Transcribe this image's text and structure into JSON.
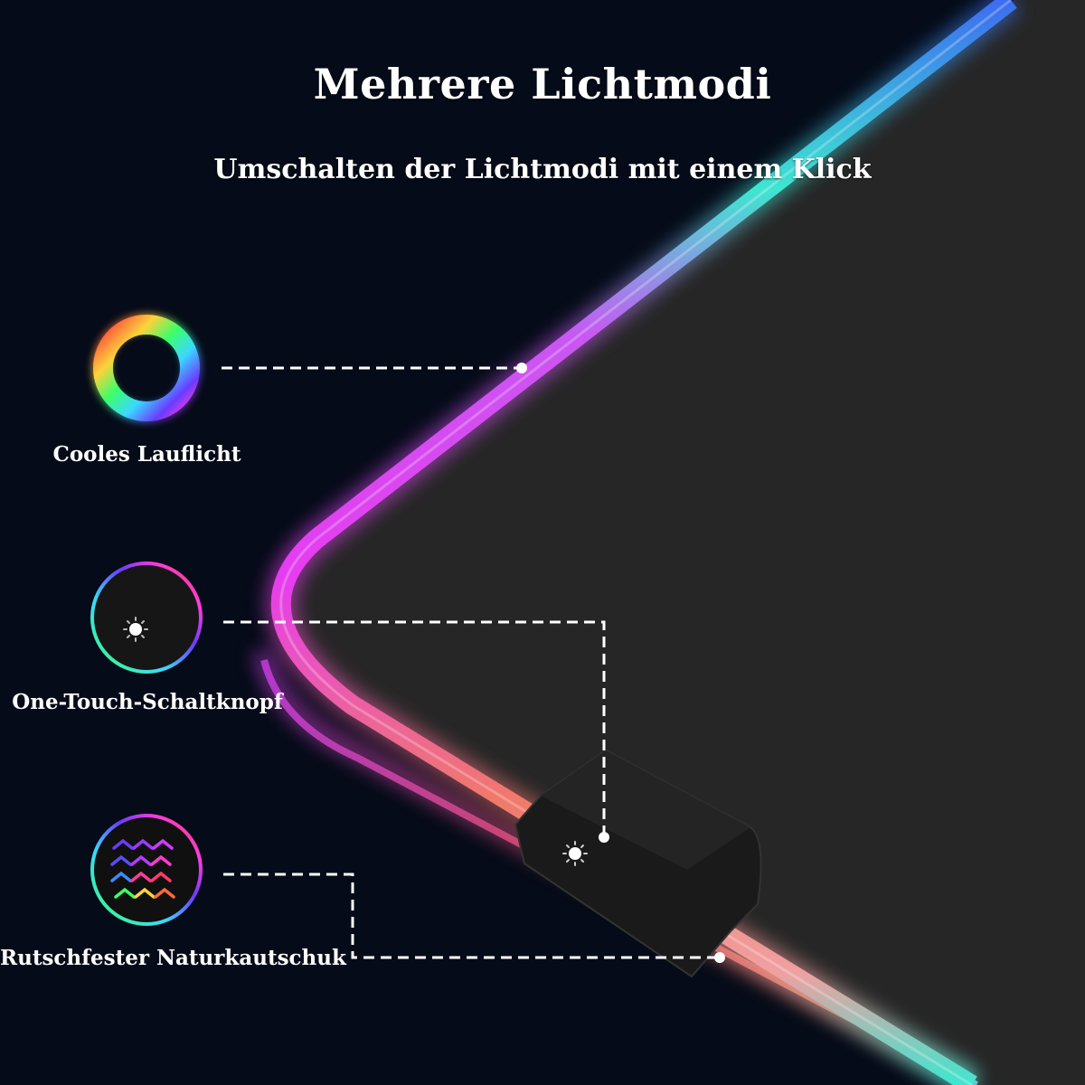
{
  "header": {
    "title": "Mehrere Lichtmodi",
    "subtitle": "Umschalten der Lichtmodi mit einem Klick"
  },
  "features": [
    {
      "label": "Cooles Lauflicht",
      "icon": "rgb-ring-icon"
    },
    {
      "label": "One-Touch-Schaltknopf",
      "icon": "light-button-icon"
    },
    {
      "label": "Rutschfester Naturkautschuk",
      "icon": "rubber-texture-icon"
    }
  ],
  "colors": {
    "background": "#050b18",
    "pad_surface": "#262626",
    "edge_top": "#3d6cf0",
    "edge_cyan": "#3ee6d0",
    "edge_magenta": "#e63cf0",
    "edge_coral": "#f07a6a"
  }
}
